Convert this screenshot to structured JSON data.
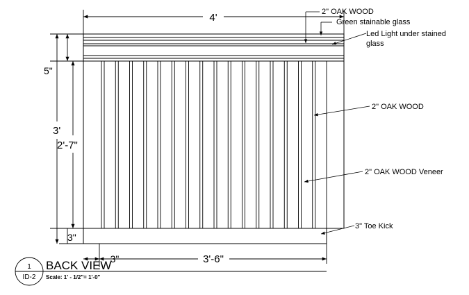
{
  "dimensions": {
    "overall_width": "4'",
    "top_band": "5\"",
    "overall_height": "3'",
    "panel_height": "2'-7\"",
    "toe_kick_height": "3\"",
    "toe_kick_setback": "3\"",
    "panel_width": "3'-6\""
  },
  "callouts": {
    "top_oak": "2\" OAK WOOD",
    "green_glass": "Green stainable glass",
    "led_line1": "Led Light under stained",
    "led_line2": "glass",
    "mid_oak": "2\" OAK WOOD",
    "veneer": "2\" OAK WOOD Veneer",
    "toe_kick": "3\" Toe Kick"
  },
  "title_block": {
    "view_number": "1",
    "sheet_ref": "ID-2",
    "title": "BACK VIEW",
    "scale": "Scale: 1' - 1/2\"= 1'-0\""
  },
  "panel": {
    "vertical_slats": 16
  }
}
